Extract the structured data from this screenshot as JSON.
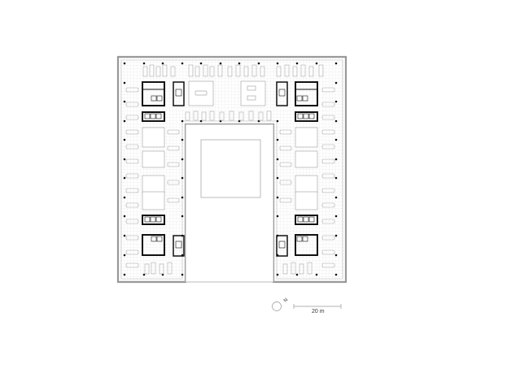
{
  "drawing": {
    "type": "architectural floor plan",
    "shape": "U-shaped office floor around a courtyard",
    "colors": {
      "line": "#9a9a9a",
      "wall": "#111111",
      "column": "#111111",
      "grid": "#dcdcdc",
      "bg": "#ffffff"
    }
  },
  "scale_bar": {
    "label": "20 m"
  },
  "north_arrow": {
    "label": "N"
  }
}
